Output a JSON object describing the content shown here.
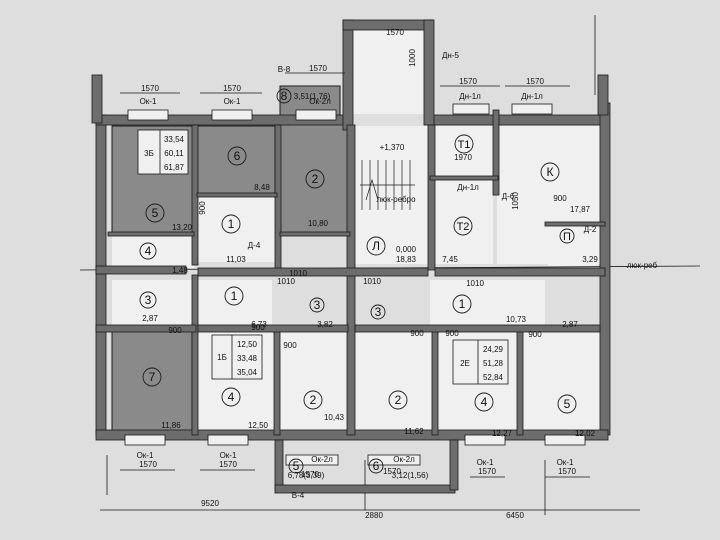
{
  "colors": {
    "paper": "#dedede",
    "wall": "#6d6d6d",
    "wall_edge": "#1a1a1a",
    "dark_room": "#8a8a8a",
    "light_room": "#f0f0f0",
    "line": "#1a1a1a"
  },
  "top_dims": [
    "1570",
    "1570",
    "1570",
    "1570",
    "1570",
    "1570"
  ],
  "top_windows": [
    "Ок-1",
    "Ок-1",
    "Ок-2л",
    "Дн-1л",
    "Дн-1л"
  ],
  "section_top": "В-8",
  "balcony_top": "3,51(1,76)",
  "stair_door": "Дн-5",
  "stair_dim": "1000",
  "stair_level": "+1,370",
  "ground_level": "0,000",
  "hatch_label": "люк-ребро",
  "lower_hatch": "люк-реб",
  "room_numbers": {
    "r5": "5",
    "r6": "6",
    "r2a": "2",
    "r1a": "1",
    "r4a": "4",
    "r3a": "3",
    "r7": "7",
    "r1b": "1",
    "r3b": "3",
    "r4b": "4",
    "r2b": "2",
    "r2c": "2",
    "r1c": "1",
    "r4c": "4",
    "r5c": "5",
    "r3c": "3",
    "r8": "8",
    "r6b": "6"
  },
  "letters": {
    "L": "Л",
    "T1": "Т1",
    "T2": "Т2",
    "K": "К",
    "P": "П",
    "b5": "5",
    "b6": "6"
  },
  "apt3b": {
    "code": "3Б",
    "a": "33,54",
    "b": "60,11",
    "c": "61,87"
  },
  "apt1b": {
    "code": "1Б",
    "a": "12,50",
    "b": "33,48",
    "c": "35,04"
  },
  "apt2e": {
    "code": "2Е",
    "a": "24,29",
    "b": "51,28",
    "c": "52,84"
  },
  "areas": {
    "a8_48": "8,48",
    "a10_80": "10,80",
    "a13_20": "13,20",
    "a11_03": "11,03",
    "a18_83": "18,83",
    "a7_45": "7,45",
    "a17_87": "17,87",
    "a3_29": "3,29",
    "a1_48": "1,48",
    "a2_87": "2,87",
    "a6_73": "6,73",
    "a3_82": "3,82",
    "a10_73": "10,73",
    "a2_87b": "2,87",
    "a11_86": "11,86",
    "a12_50": "12,50",
    "a10_43": "10,43",
    "a11_62": "11,62",
    "a12_27": "12,27",
    "a12_02": "12,02"
  },
  "small_dims": {
    "d900a": "900",
    "d900b": "900",
    "d900c": "900",
    "d900d": "900",
    "d900e": "900",
    "d900f": "900",
    "d900g": "900",
    "d900h": "900",
    "d1010a": "1010",
    "d1010b": "1010",
    "d1010c": "1010",
    "d1010d": "1010",
    "d1050": "1050",
    "d1970": "1970"
  },
  "door_tags": {
    "d4": "Д-4",
    "d6": "Д-6",
    "d2": "Д-2",
    "dn1": "Дн-1л"
  },
  "bottom_windows": [
    "Ок-1",
    "Ок-1",
    "Ок-2л",
    "Ок-2л",
    "Ок-1",
    "Ок-1"
  ],
  "bottom_dims": [
    "1570",
    "1570",
    "1570",
    "1570",
    "1570",
    "1570"
  ],
  "balcony_bottom_a": "6,78(3,39)",
  "balcony_bottom_b": "3,12(1,56)",
  "section_bottom": "В-4",
  "overall_dims": [
    "9520",
    "2880",
    "6450"
  ]
}
